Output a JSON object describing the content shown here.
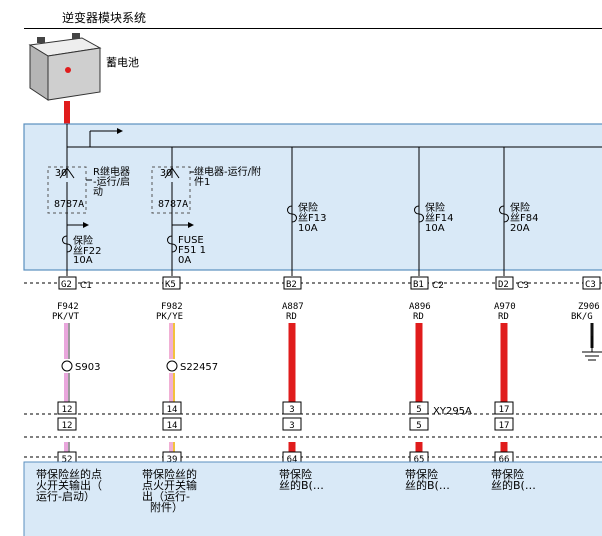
{
  "title": "逆变器模块系统",
  "battery": {
    "label": "蓄电池"
  },
  "relays": [
    {
      "id": "r1",
      "pin_top": "30",
      "pins_bottom": "8787A",
      "lines": [
        "R继电器",
        "-运行/启",
        "动"
      ]
    },
    {
      "id": "r2",
      "pin_top": "30",
      "pins_bottom": "8787A",
      "lines": [
        "继电器-运行/附",
        "件1"
      ]
    }
  ],
  "fuses": [
    {
      "id": "f22",
      "lines": [
        "保险",
        "丝F22",
        "10A"
      ]
    },
    {
      "id": "f51",
      "lines": [
        "FUSE",
        "F51 1",
        "0A"
      ]
    },
    {
      "id": "f13",
      "lines": [
        "保险",
        "丝F13",
        "10A"
      ]
    },
    {
      "id": "f14",
      "lines": [
        "保险",
        "丝F14",
        "10A"
      ]
    },
    {
      "id": "f84",
      "lines": [
        "保险",
        "丝F84",
        "20A"
      ]
    }
  ],
  "terminals": [
    {
      "pin": "G2",
      "conn": "C1"
    },
    {
      "pin": "K5",
      "conn": ""
    },
    {
      "pin": "B2",
      "conn": ""
    },
    {
      "pin": "B1",
      "conn": "C2"
    },
    {
      "pin": "D2",
      "conn": "C3"
    },
    {
      "pin": "C3",
      "conn": ""
    }
  ],
  "wires": [
    {
      "circuit": "F942",
      "color_code": "PK/VT",
      "colors": [
        "#e9a6dc",
        "#9a9a9a"
      ]
    },
    {
      "circuit": "F982",
      "color_code": "PK/YE",
      "colors": [
        "#f1b0d5",
        "#f2c23c"
      ]
    },
    {
      "circuit": "A887",
      "color_code": "RD",
      "colors": [
        "#e01c1c"
      ]
    },
    {
      "circuit": "A896",
      "color_code": "RD",
      "colors": [
        "#e01c1c"
      ]
    },
    {
      "circuit": "A970",
      "color_code": "RD",
      "colors": [
        "#e01c1c"
      ]
    },
    {
      "circuit": "Z906",
      "color_code": "BK/G",
      "colors": [
        "#111111"
      ]
    }
  ],
  "splices": [
    {
      "label": "S903"
    },
    {
      "label": "S22457"
    }
  ],
  "inline_connector": {
    "label": "XY295A"
  },
  "connector_pins": {
    "row1": [
      "12",
      "14",
      "3",
      "5",
      "17"
    ],
    "row2": [
      "12",
      "14",
      "3",
      "5",
      "17"
    ],
    "row3": [
      "52",
      "39",
      "64",
      "65",
      "66"
    ]
  },
  "outputs": [
    {
      "lines": [
        "带保险丝的点",
        "火开关输出（",
        "运行-启动）"
      ]
    },
    {
      "lines": [
        "带保险丝的",
        "点火开关输",
        "出（运行-",
        "附件）"
      ]
    },
    {
      "lines": [
        "带保险",
        "丝的B(…"
      ]
    },
    {
      "lines": [
        "带保险",
        "丝的B(…"
      ]
    },
    {
      "lines": [
        "带保险",
        "丝的B(…"
      ]
    }
  ],
  "colors": {
    "module_fill": "#d9e9f7",
    "module_stroke": "#5a8fbf",
    "wire_red": "#e01c1c",
    "battery_terminal": "#e01c1c"
  }
}
